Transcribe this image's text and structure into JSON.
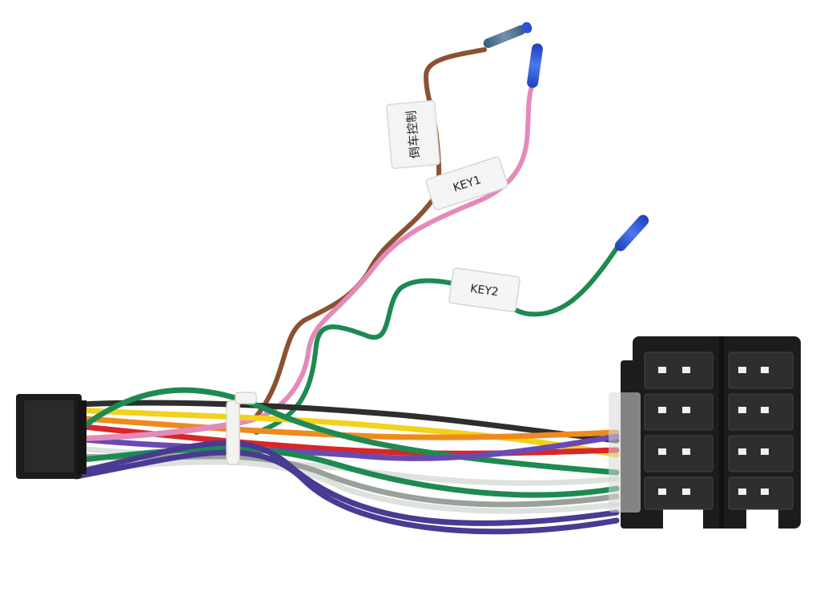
{
  "labels": {
    "tag_cn": "倒车控制",
    "tag_key1": "KEY1",
    "tag_key2": "KEY2"
  },
  "colors": {
    "background": "#ffffff",
    "connector": "#1c1c1c",
    "tip": "#2a52d8",
    "brown": "#8a5232",
    "pink": "#e48aba",
    "green": "#1e8a52",
    "yellow": "#f2d21a",
    "orange": "#ef8a1e",
    "red": "#d8262a",
    "purple": "#4a3a94",
    "violet": "#6a4ab2",
    "gray": "#9aa09a",
    "white_wire": "#dde2de",
    "black_wire": "#2e2e2e"
  },
  "icons": [
    "wire-harness-icon",
    "iso-connector-icon",
    "multi-pin-connector-icon",
    "cable-tie-icon"
  ]
}
